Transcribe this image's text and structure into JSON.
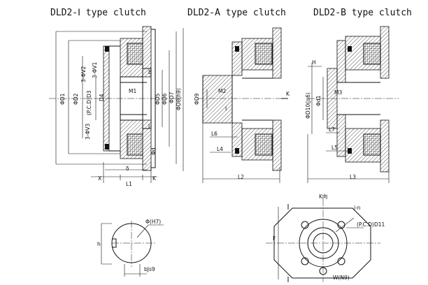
{
  "titles": {
    "type_i": "DLD2-Ⅰ type clutch",
    "type_a": "DLD2-A type clutch",
    "type_b": "DLD2-B type clutch"
  },
  "type_i_labels": {
    "d1": "ΦD1",
    "d2": "ΦD2",
    "pcd3": "(P.C.D)D3",
    "d4": "D4",
    "v1": "3-ΦV1",
    "v2": "3-ΦV2",
    "v3": "3-ΦV3",
    "m1": "M1",
    "b": "B",
    "d5": "ΦD5",
    "d6": "ΦD6",
    "d7": "ΦD7",
    "d8": "ΦD8(h9)",
    "j": "J",
    "d": "Φd",
    "x": "X",
    "delta": "δ",
    "k": "K",
    "l1": "L1"
  },
  "type_a_labels": {
    "m2": "M2",
    "d9": "ΦD9",
    "i": "I",
    "l6": "L6",
    "l4": "L4",
    "l2": "L2",
    "k": "K"
  },
  "type_b_labels": {
    "h": "H",
    "d10": "ΦD10(js6)",
    "d1": "Φd1",
    "m3": "M3",
    "l7": "L7",
    "l5": "L5",
    "l3": "L3"
  },
  "keyway": {
    "phi": "Φ(H7)",
    "h": "h",
    "b": "bJs9"
  },
  "flange": {
    "k_dir": "K向",
    "eqn": "i-n",
    "pcd": "(P.C.D)D11",
    "f": "F",
    "w": "W(N9)"
  }
}
